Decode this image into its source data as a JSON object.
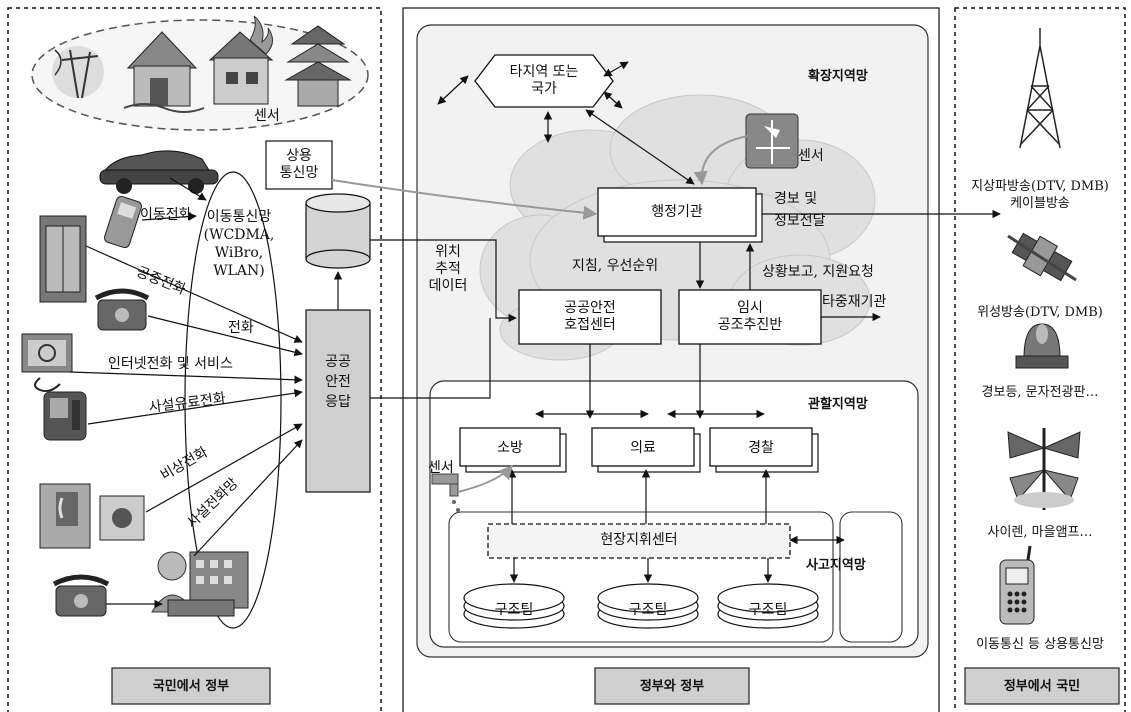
{
  "left_panel": {
    "footer": "국민에서 정부",
    "sensor_label": "센서",
    "commercial_network": "상용\n통신망",
    "mobile_network": "이동통신망\n(WCDMA,\nWiBro,\nWLAN)",
    "mobile_phone": "이동전화",
    "public_phone": "공중전화",
    "phone": "전화",
    "internet_phone": "인터넷전화 및 서비스",
    "private_pay_phone": "사설유료전화",
    "emergency_phone": "비상전화",
    "private_network": "사설전화망",
    "public_safety_answer": "공공\n안전\n응답"
  },
  "center_panel": {
    "footer": "정부와 정부",
    "extended_network": "확장지역망",
    "other_region": "타지역 또는\n국가",
    "sensor_label": "센서",
    "admin_agency": "행정기관",
    "alert_delivery": "경보 및\n정보전달",
    "location_data": "위치\n추적\n데이터",
    "guidance_priority": "지침, 우선순위",
    "status_report": "상황보고, 지원요청",
    "psap": "공공안전\n호접센터",
    "temp_coordination": "임시\n공조추진반",
    "other_agencies": "타중재기관",
    "jurisdiction_network": "관할지역망",
    "fire": "소방",
    "medical": "의료",
    "police": "경찰",
    "field_sensor": "센서",
    "field_command": "현장지휘센터",
    "incident_network": "사고지역망",
    "rescue_team": "구조팀"
  },
  "right_panel": {
    "footer": "정부에서 국민",
    "terrestrial": "지상파방송(DTV, DMB)\n케이블방송",
    "satellite": "위성방송(DTV, DMB)",
    "warning_light": "경보등, 문자전광판…",
    "siren": "사이렌, 마을앰프…",
    "mobile_commercial": "이동통신 등 상용통신망"
  }
}
